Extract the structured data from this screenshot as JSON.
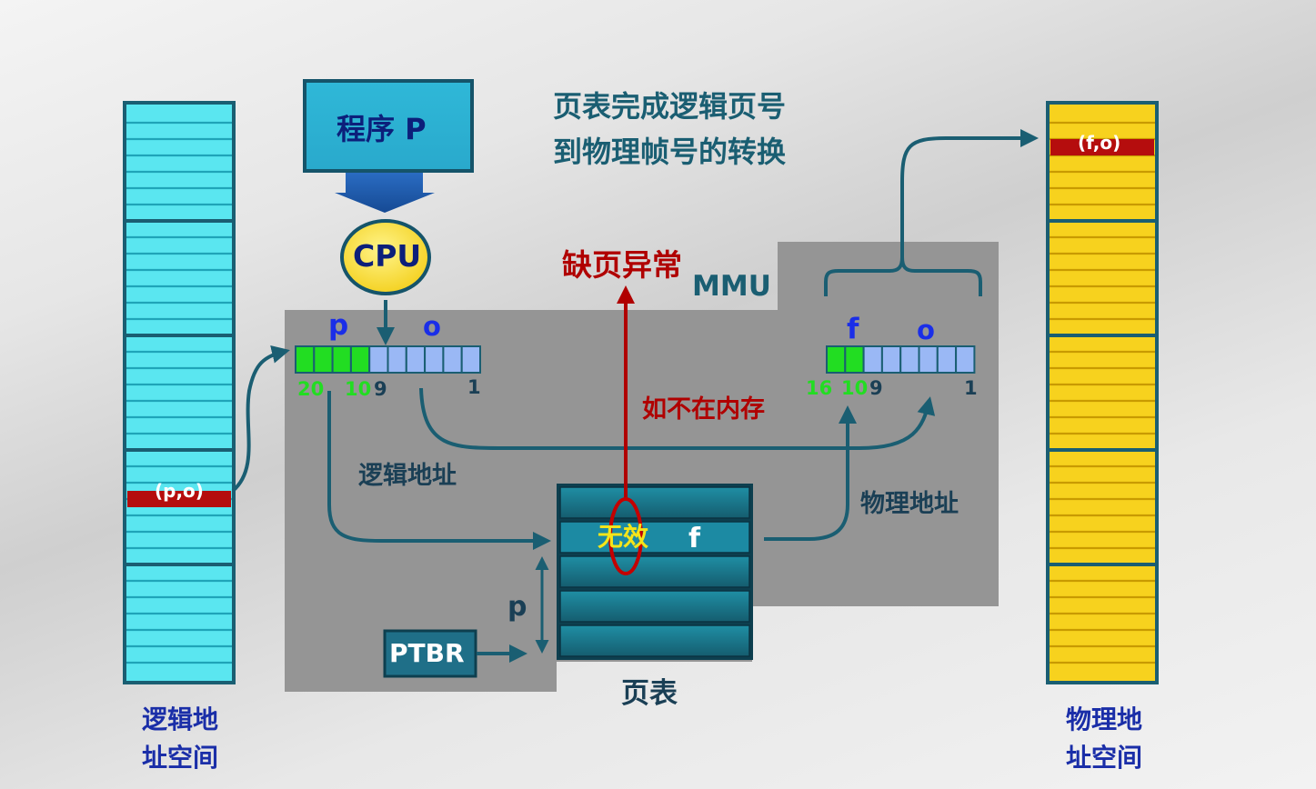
{
  "title_line1": "页表完成逻辑页号",
  "title_line2": "到物理帧号的转换",
  "program": "程序 P",
  "cpu": "CPU",
  "mmu": "MMU",
  "page_fault": "缺页异常",
  "not_in_memory": "如不在内存",
  "logical_addr": {
    "p": "p",
    "o": "o",
    "bit_20": "20",
    "bit_10": "10",
    "bit_9": "9",
    "bit_1": "1",
    "label": "逻辑地址"
  },
  "physical_addr": {
    "f": "f",
    "o": "o",
    "bit_16": "16",
    "bit_10": "10",
    "bit_9": "9",
    "bit_1": "1",
    "label": "物理地址"
  },
  "page_table": {
    "invalid": "无效",
    "f": "f",
    "label": "页表",
    "p": "p"
  },
  "ptbr": "PTBR",
  "logical_space": {
    "entry": "(p,o)",
    "label_line1": "逻辑地",
    "label_line2": "址空间"
  },
  "physical_space": {
    "entry": "(f,o)",
    "label_line1": "物理地",
    "label_line2": "址空间"
  },
  "colors": {
    "navy": "#1a237e",
    "teal": "#1a5e72",
    "red": "#b00000",
    "green": "#22dd22",
    "blue_text": "#1a2ee8",
    "cyan": "#5ae6f0",
    "gold": "#f7d21e",
    "gray_box": "#959595"
  }
}
